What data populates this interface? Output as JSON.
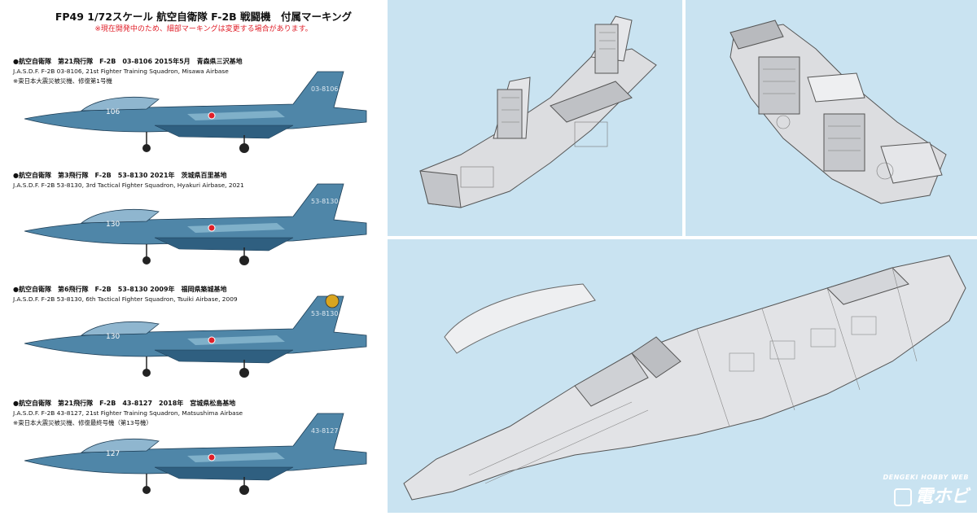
{
  "header": {
    "title": "FP49 1/72スケール 航空自衛隊 F-2B 戦闘機　付属マーキング",
    "note": "※現在開発中のため、細部マーキングは変更する場合があります。"
  },
  "markings": [
    {
      "jp": "●航空自衛隊　第21飛行隊　F-2B　03-8106 2015年5月　青森県三沢基地",
      "en": "J.A.S.D.F. F-2B 03-8106, 21st Fighter Training Squadron,  Misawa Airbase",
      "sub": "※東日本大震災被災機、修復第1号機",
      "serial": "03-8106",
      "nose": "106"
    },
    {
      "jp": "●航空自衛隊　第3飛行隊　F-2B　53-8130 2021年　茨城県百里基地",
      "en": "J.A.S.D.F. F-2B 53-8130, 3rd Tactical Fighter Squadron,  Hyakuri Airbase, 2021",
      "sub": "",
      "serial": "53-8130",
      "nose": "130"
    },
    {
      "jp": "●航空自衛隊　第6飛行隊　F-2B　53-8130 2009年　福岡県築城基地",
      "en": "J.A.S.D.F. F-2B 53-8130, 6th Tactical Fighter Squadron,  Tsuiki Airbase, 2009",
      "sub": "",
      "serial": "53-8130",
      "nose": "130"
    },
    {
      "jp": "●航空自衛隊　第21飛行隊　F-2B　43-8127　2018年　宮城県松島基地",
      "en": "J.A.S.D.F. F-2B 43-8127, 21st Fighter Training Squadron,  Matsushima Airbase",
      "sub": "※東日本大震災被災機、修復最終号機（第13号機）",
      "serial": "43-8127",
      "nose": "127"
    }
  ],
  "watermark": {
    "site": "DENGEKI HOBBY WEB",
    "brand": "電ホビ"
  },
  "colors": {
    "jet_blue": "#4f86a8",
    "jet_light": "#7fb0c9",
    "jet_dark": "#2f5f80",
    "panel_bg": "#c9e3f1",
    "part_gray": "#d9dadc",
    "note_red": "#e0202a"
  }
}
